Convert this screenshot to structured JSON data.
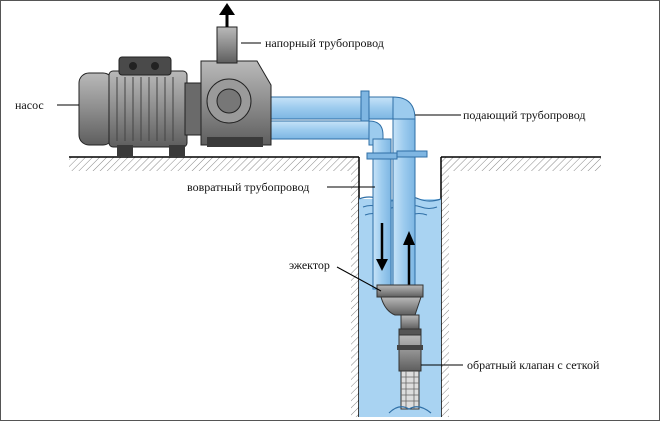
{
  "labels": {
    "pressure_pipe": "напорный трубопровод",
    "pump": "насос",
    "supply_pipe": "подающий трубопровод",
    "return_pipe": "вовратный трубопровод",
    "ejector": "эжектор",
    "check_valve": "обратный клапан с сеткой"
  },
  "colors": {
    "water": "#a9d3f2",
    "pipe": "#9cc9ee",
    "pipe_edge": "#2f6fa6",
    "pump_body": "#8a8a8a",
    "pump_dark": "#3a3a3a",
    "ground": "#000000"
  }
}
